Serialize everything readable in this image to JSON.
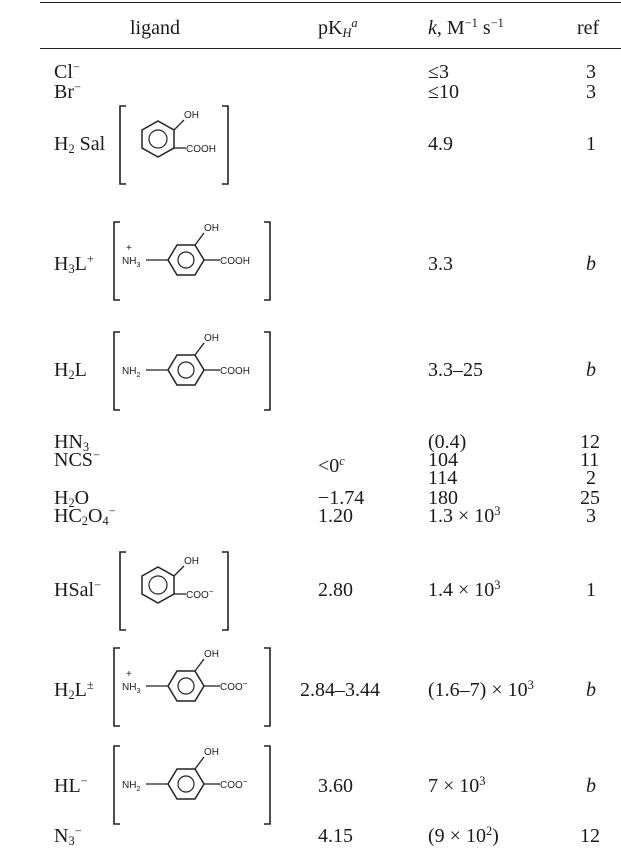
{
  "header": {
    "ligand": "ligand",
    "pK_main": "pK",
    "pK_sub": "H",
    "pK_sup": "a",
    "k_main": "k",
    "k_units": ", M",
    "k_sup1": "−1",
    "k_s": " s",
    "k_sup2": "−1",
    "ref": "ref"
  },
  "rows": [
    {
      "ligand_a": "Cl",
      "ligand_sup": "−",
      "k": "≤3",
      "ref": "3"
    },
    {
      "ligand_a": "Br",
      "ligand_sup": "−",
      "k": "≤10",
      "ref": "3"
    },
    {
      "ligand_a": "H",
      "ligand_sub": "2",
      "ligand_b": " Sal",
      "k": "4.9",
      "ref": "1",
      "mol": {
        "oh": "OH",
        "acid": "COOH"
      }
    },
    {
      "ligand_a": "H",
      "ligand_sub": "3",
      "ligand_b": "L",
      "ligand_sup": "+",
      "k": "3.3",
      "ref": "b",
      "mol": {
        "oh": "OH",
        "acid": "COOH",
        "amine": "NH",
        "amine_sub": "3",
        "amine_charge": "+"
      }
    },
    {
      "ligand_a": "H",
      "ligand_sub": "2",
      "ligand_b": "L",
      "k": "3.3–25",
      "ref": "b",
      "mol": {
        "oh": "OH",
        "acid": "COOH",
        "amine": "NH",
        "amine_sub": "2"
      }
    },
    {
      "ligand_a": "HN",
      "ligand_sub": "3",
      "k": "(0.4)",
      "ref": "12"
    },
    {
      "ligand_a": "NCS",
      "ligand_sup": "−",
      "pk": "<0",
      "pk_sup": "c",
      "k": "104",
      "ref": "11"
    },
    {
      "k": "114",
      "ref": "2"
    },
    {
      "ligand_a": "H",
      "ligand_sub": "2",
      "ligand_b": "O",
      "pk": "−1.74",
      "k": "180",
      "ref": "25"
    },
    {
      "ligand_a": "HC",
      "ligand_sub": "2",
      "ligand_b": "O",
      "ligand_sub2": "4",
      "ligand_sup": "−",
      "pk": "1.20",
      "k_main": "1.3 × 10",
      "k_sup": "3",
      "ref": "3"
    },
    {
      "ligand_a": "HSal",
      "ligand_sup": "−",
      "pk": "2.80",
      "k_main": "1.4 × 10",
      "k_sup": "3",
      "ref": "1",
      "mol": {
        "oh": "OH",
        "acid": "COO",
        "acid_charge": "−"
      }
    },
    {
      "ligand_a": "H",
      "ligand_sub": "2",
      "ligand_b": "L",
      "ligand_sup": "±",
      "pk": "2.84–3.44",
      "k_main": "(1.6–7) × 10",
      "k_sup": "3",
      "ref": "b",
      "mol": {
        "oh": "OH",
        "acid": "COO",
        "acid_charge": "−",
        "amine": "NH",
        "amine_sub": "3",
        "amine_charge": "+"
      }
    },
    {
      "ligand_a": "HL",
      "ligand_sup": "−",
      "pk": "3.60",
      "k_main": "7 × 10",
      "k_sup": "3",
      "ref": "b",
      "mol": {
        "oh": "OH",
        "acid": "COO",
        "acid_charge": "−",
        "amine": "NH",
        "amine_sub": "2"
      }
    },
    {
      "ligand_a": "N",
      "ligand_sub": "3",
      "ligand_sup": "−",
      "pk": "4.15",
      "k_main": "(9 × 10",
      "k_sup": "2",
      "k_tail": ")",
      "ref": "12"
    }
  ]
}
